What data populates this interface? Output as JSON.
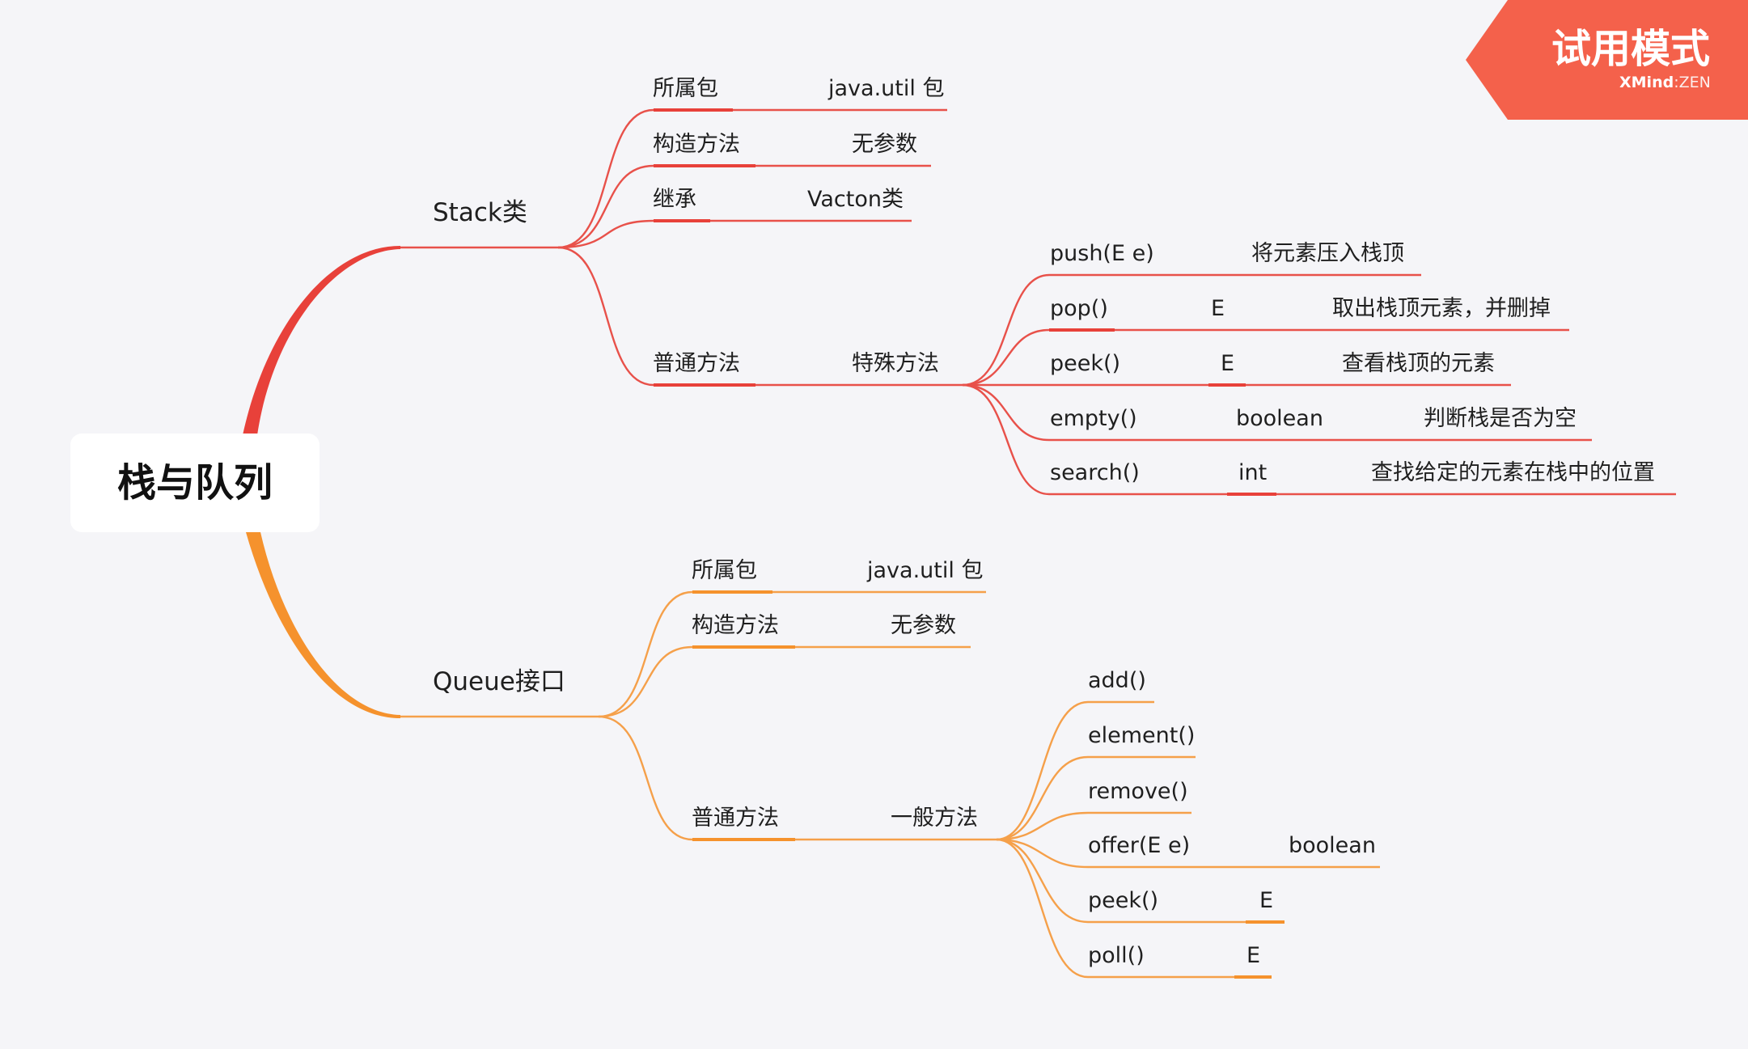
{
  "root": {
    "label": "栈与队列"
  },
  "watermark": {
    "title": "试用模式",
    "brand_bold": "XMind",
    "brand_sep": ":",
    "brand_light": "ZEN",
    "color": "#f4614b"
  },
  "colors": {
    "stack_branch": "#e8413a",
    "queue_branch": "#f5922d",
    "stack_line": "#e8514a",
    "queue_line": "#f5a04a"
  },
  "stack": {
    "label": "Stack类",
    "package": {
      "label": "所属包",
      "value": "java.util 包"
    },
    "constructor": {
      "label": "构造方法",
      "value": "无参数"
    },
    "inherit": {
      "label": "继承",
      "value": "Vacton类"
    },
    "methods": {
      "label": "普通方法",
      "group": "特殊方法",
      "items": [
        {
          "name": "push(E e)",
          "ret": "",
          "desc": "将元素压入栈顶"
        },
        {
          "name": "pop()",
          "ret": "E",
          "desc": "取出栈顶元素，并删掉"
        },
        {
          "name": "peek()",
          "ret": "E",
          "desc": "查看栈顶的元素"
        },
        {
          "name": "empty()",
          "ret": "boolean",
          "desc": "判断栈是否为空"
        },
        {
          "name": "search()",
          "ret": "int",
          "desc": "查找给定的元素在栈中的位置"
        }
      ]
    }
  },
  "queue": {
    "label": "Queue接口",
    "package": {
      "label": "所属包",
      "value": "java.util 包"
    },
    "constructor": {
      "label": "构造方法",
      "value": "无参数"
    },
    "methods": {
      "label": "普通方法",
      "group": "一般方法",
      "items": [
        {
          "name": "add()",
          "ret": ""
        },
        {
          "name": "element()",
          "ret": ""
        },
        {
          "name": "remove()",
          "ret": ""
        },
        {
          "name": "offer(E e)",
          "ret": "boolean"
        },
        {
          "name": "peek()",
          "ret": "E"
        },
        {
          "name": "poll()",
          "ret": "E"
        }
      ]
    }
  }
}
